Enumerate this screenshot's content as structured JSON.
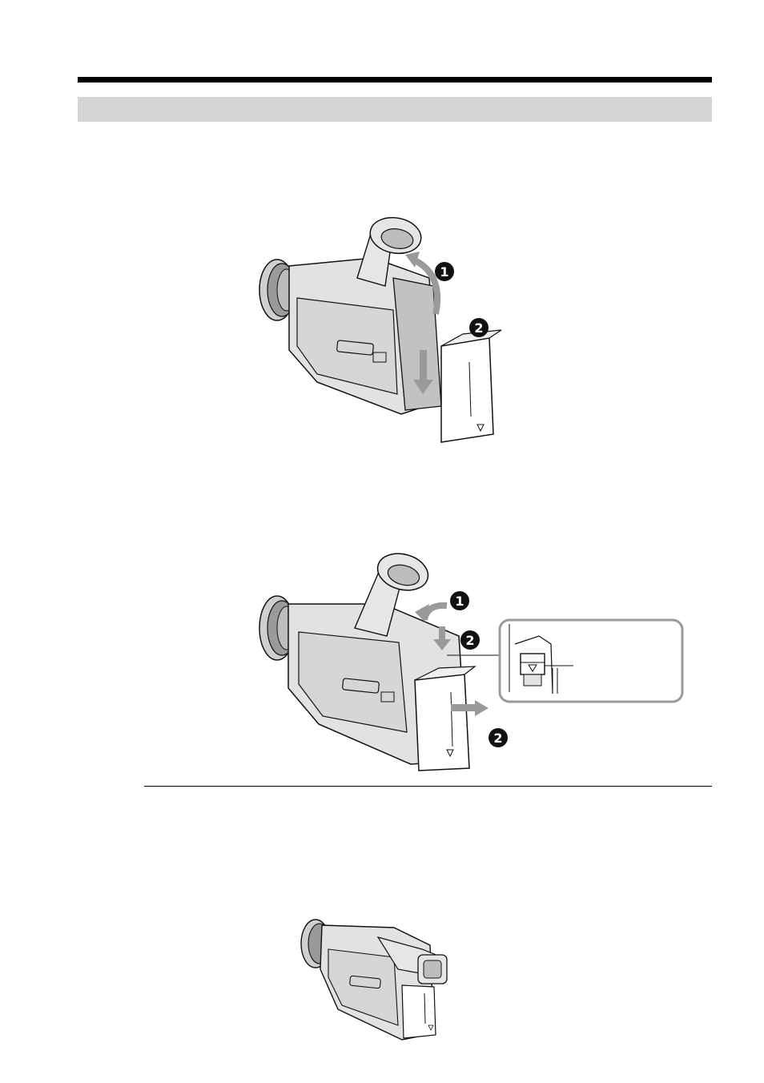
{
  "page": {
    "header_band_text": "",
    "figures": [
      {
        "id": "attach-battery",
        "steps": [
          {
            "marker": "1",
            "action": "lift-viewfinder"
          },
          {
            "marker": "2",
            "action": "slide-battery-down"
          }
        ]
      },
      {
        "id": "remove-battery",
        "steps": [
          {
            "marker": "1",
            "action": "lift-viewfinder"
          },
          {
            "marker": "2",
            "action": "press-release-lever"
          },
          {
            "marker": "2",
            "action": "slide-battery-out"
          }
        ],
        "callout": {
          "shows": "battery-release-lever"
        }
      },
      {
        "id": "camcorder-viewfinder-down"
      }
    ]
  },
  "colors": {
    "band": "#d4d4d4",
    "ink": "#111111",
    "body_fill": "#e2e2e2",
    "body_dark": "#8a8a8a",
    "arrow": "#9a9a9a",
    "callout_border": "#9a9a9a"
  },
  "icons": [
    "step-1-marker",
    "step-2-marker",
    "arrow-up-curved",
    "arrow-down",
    "arrow-right"
  ]
}
